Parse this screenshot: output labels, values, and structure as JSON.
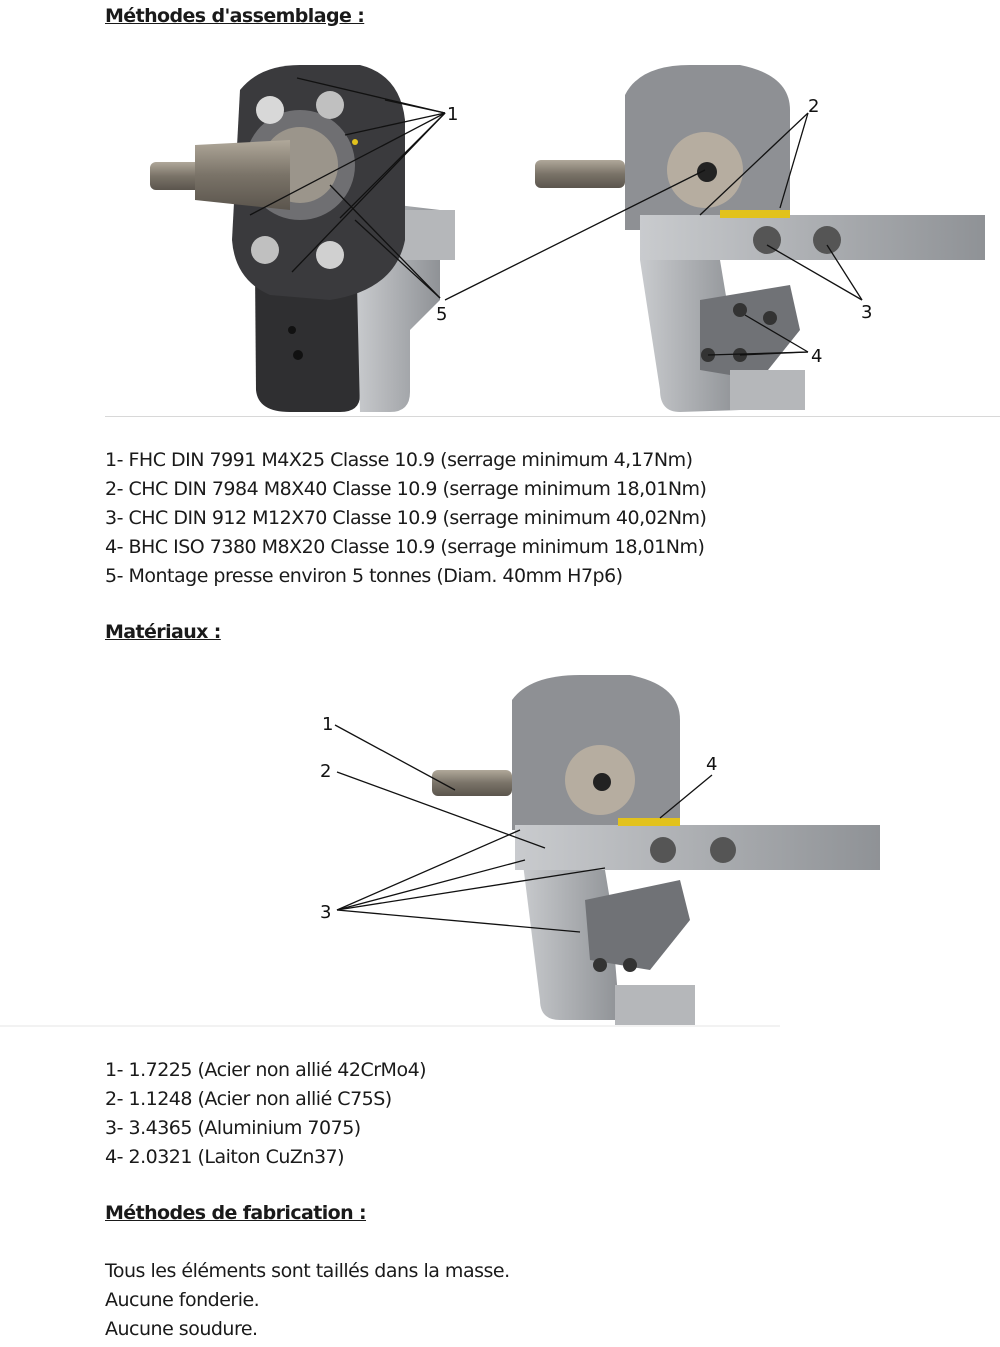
{
  "sections": {
    "assembly": {
      "title": "Méthodes d'assemblage :",
      "callouts_left": [
        "1",
        "5"
      ],
      "callouts_right": [
        "2",
        "3",
        "4"
      ],
      "items": [
        "1- FHC DIN 7991 M4X25 Classe 10.9 (serrage minimum 4,17Nm)",
        "2- CHC DIN 7984 M8X40 Classe 10.9 (serrage minimum 18,01Nm)",
        "3- CHC DIN 912 M12X70 Classe 10.9 (serrage minimum 40,02Nm)",
        "4- BHC ISO 7380 M8X20 Classe 10.9 (serrage minimum 18,01Nm)",
        "5- Montage presse environ 5 tonnes (Diam. 40mm H7p6)"
      ]
    },
    "materials": {
      "title": "Matériaux :",
      "callouts": [
        "1",
        "2",
        "3",
        "4"
      ],
      "items": [
        "1- 1.7225 (Acier non allié 42CrMo4)",
        "2- 1.1248 (Acier non allié C75S)",
        "3- 3.4365 (Aluminium 7075)",
        "4- 2.0321 (Laiton CuZn37)"
      ]
    },
    "fabrication": {
      "title": "Méthodes de fabrication :",
      "items": [
        "Tous les éléments sont taillés dans la masse.",
        "Aucune fonderie.",
        "Aucune soudure."
      ]
    }
  },
  "colors": {
    "aluminium": "#a9abae",
    "dark": "#2b2b2d",
    "brass": "#e2c21c",
    "steel": "#8c8478"
  }
}
